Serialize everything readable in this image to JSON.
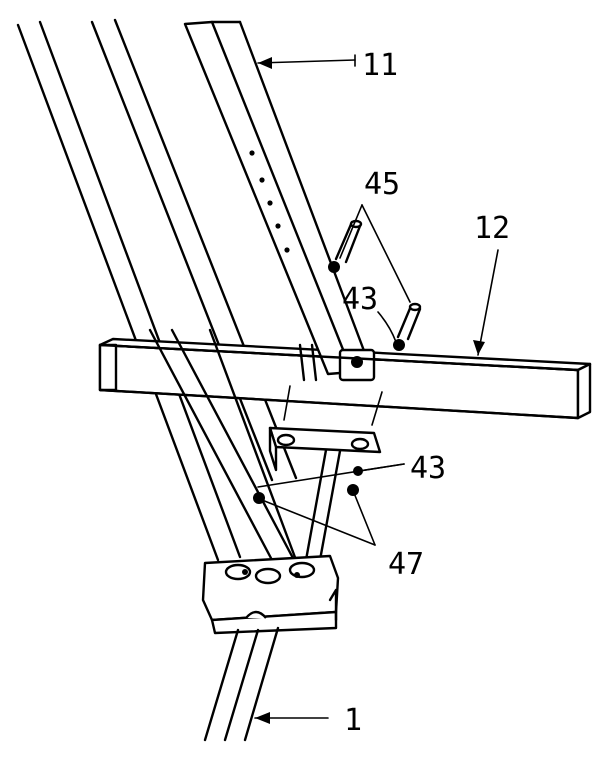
{
  "figure": {
    "labels": {
      "frame_tube": "11",
      "cross_bar": "12",
      "pins": "45",
      "fastener_upper": "43",
      "fastener_lower": "43",
      "bolts": "47",
      "base_post": "1"
    }
  }
}
